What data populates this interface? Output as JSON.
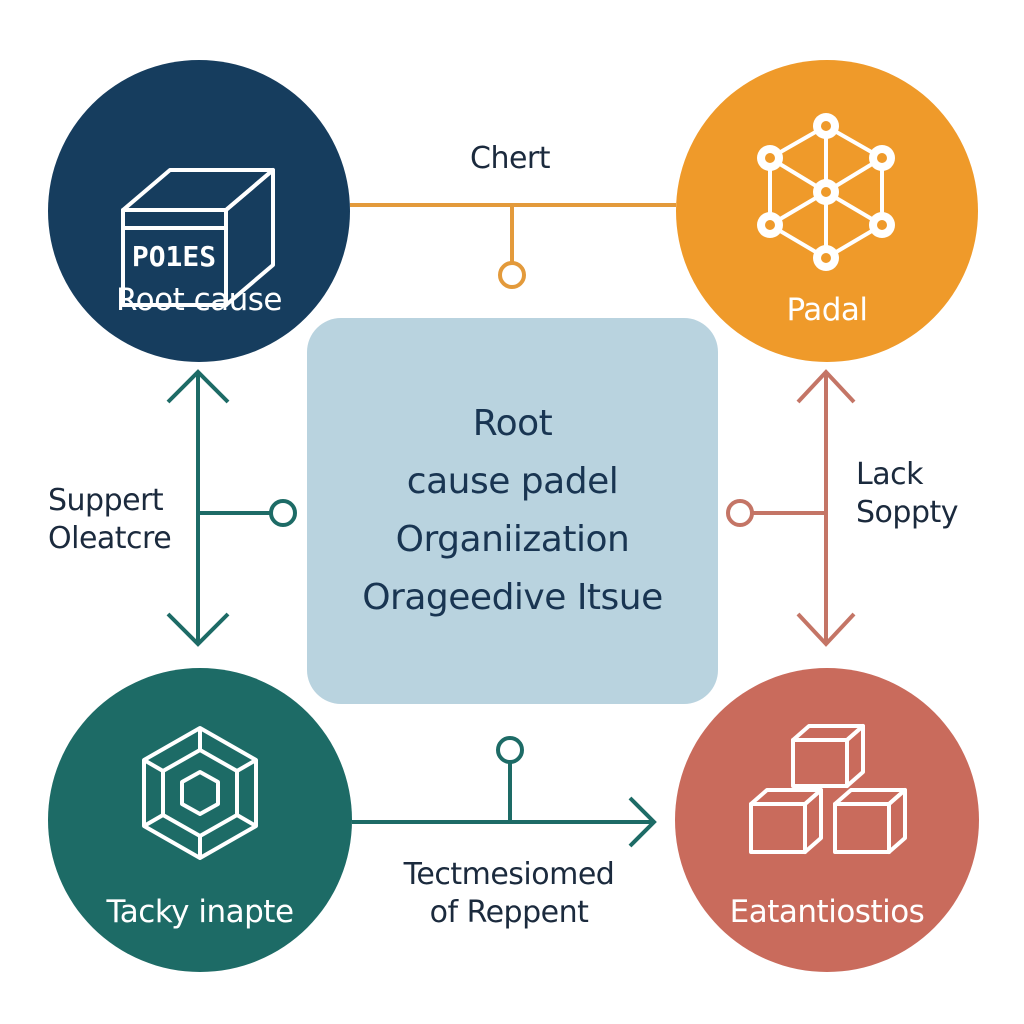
{
  "colors": {
    "navy": "#163d5e",
    "orange": "#ef9a2a",
    "teal": "#1d6b66",
    "terracotta": "#c96b5c",
    "center_fill": "#b9d3df",
    "center_text": "#193552",
    "connector_orange": "#e39a3b",
    "connector_teal": "#1d6b66",
    "connector_rose": "#c47566",
    "text_dark": "#1b2a3d"
  },
  "nodes": {
    "top_left": {
      "label": "Root cause",
      "icon": "box-icon",
      "icon_text": "PO1ES",
      "color": "#163d5e"
    },
    "top_right": {
      "label": "Padal",
      "icon": "network-hexagon-icon",
      "color": "#ef9a2a"
    },
    "bottom_left": {
      "label": "Tacky inapte",
      "icon": "nested-hexagon-icon",
      "color": "#1d6b66"
    },
    "bottom_right": {
      "label": "Eatantiostios",
      "icon": "cubes-stack-icon",
      "color": "#c96b5c"
    }
  },
  "center": {
    "lines": [
      "Root",
      "cause padel",
      "Organiization",
      "Orageedive Itsue"
    ]
  },
  "edge_labels": {
    "top": "Chert",
    "left_line1": "Suppert",
    "left_line2": "Oleatcre",
    "right_line1": "Lack",
    "right_line2": "Soppty",
    "bottom_line1": "Tectmesiomed",
    "bottom_line2": "of Reppent"
  }
}
